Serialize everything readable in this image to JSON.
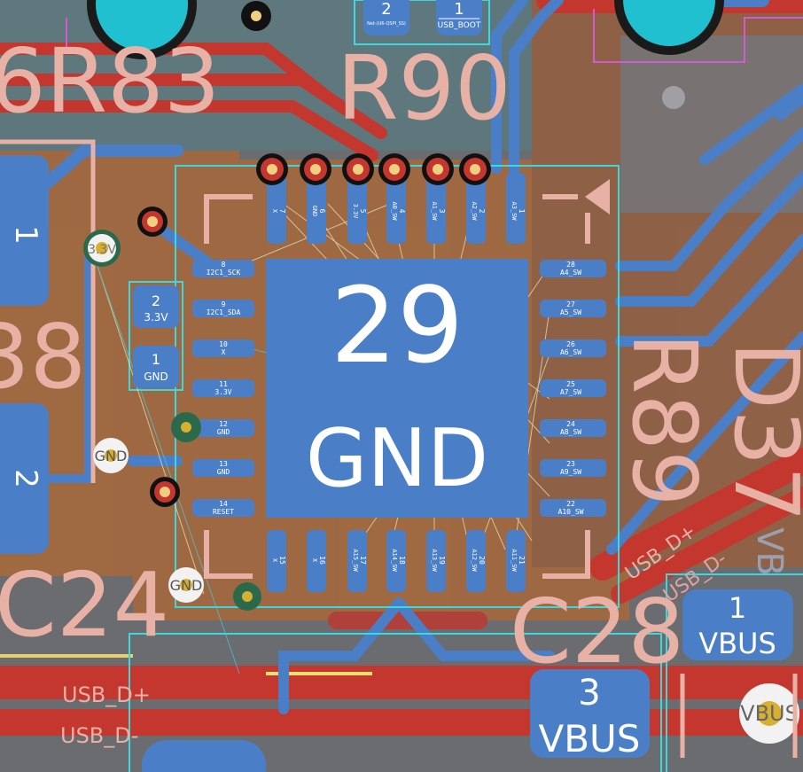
{
  "designators": {
    "r83": "6R83",
    "r90": "R90",
    "r88_partial": "38",
    "c24": "C24",
    "c28": "C28",
    "d37_partial": "D37",
    "r89": "R89",
    "vb_partial": "VB"
  },
  "ic": {
    "center_pad_number": "29",
    "center_pad_net": "GND",
    "top_pins": [
      {
        "num": "7",
        "net": "X"
      },
      {
        "num": "6",
        "net": "GND"
      },
      {
        "num": "5",
        "net": "3.3V"
      },
      {
        "num": "4",
        "net": "A0_SW"
      },
      {
        "num": "3",
        "net": "A1_SW"
      },
      {
        "num": "2",
        "net": "A2_SW"
      },
      {
        "num": "1",
        "net": "A3_SW"
      }
    ],
    "left_pins": [
      {
        "num": "8",
        "net": "I2C1_SCK"
      },
      {
        "num": "9",
        "net": "I2C1_SDA"
      },
      {
        "num": "10",
        "net": "X"
      },
      {
        "num": "11",
        "net": "3.3V"
      },
      {
        "num": "12",
        "net": "GND"
      },
      {
        "num": "13",
        "net": "GND"
      },
      {
        "num": "14",
        "net": "RESET"
      }
    ],
    "right_pins": [
      {
        "num": "28",
        "net": "A4_SW"
      },
      {
        "num": "27",
        "net": "A5_SW"
      },
      {
        "num": "26",
        "net": "A6_SW"
      },
      {
        "num": "25",
        "net": "A7_SW"
      },
      {
        "num": "24",
        "net": "A8_SW"
      },
      {
        "num": "23",
        "net": "A9_SW"
      },
      {
        "num": "22",
        "net": "A10_SW"
      }
    ],
    "bottom_pins": [
      {
        "num": "15",
        "net": "X"
      },
      {
        "num": "16",
        "net": "X"
      },
      {
        "num": "17",
        "net": "A15_SW"
      },
      {
        "num": "18",
        "net": "A14_SW"
      },
      {
        "num": "19",
        "net": "A13_SW"
      },
      {
        "num": "20",
        "net": "A12_SW"
      },
      {
        "num": "21",
        "net": "A11_SW"
      }
    ]
  },
  "top_connector": {
    "pad2_num": "2",
    "pad2_net": "Net-(U6-QSPI_SS)",
    "pad1_num": "1",
    "pad1_net": "USB_BOOT"
  },
  "left_cap": {
    "pad2_num": "2",
    "pad2_net": "3.3V",
    "pad1_num": "1",
    "pad1_net": "GND"
  },
  "left_edge_pads": {
    "top": "1",
    "bottom": "2"
  },
  "vias": {
    "via_33v": "3.3V",
    "via_gnd_1": "GND",
    "via_gnd_2": "GND",
    "via_vbus": "VBUS"
  },
  "usb_labels": {
    "dp": "USB_D+",
    "dm": "USB_D-",
    "dp_right": "USB_D+",
    "dm_right": "USB_D-"
  },
  "usb_pads": {
    "pad1_num": "1",
    "pad1_net": "VBUS",
    "pad3_num": "3",
    "pad3_net": "VBUS"
  },
  "colors": {
    "background": "#6b6b72",
    "copper_front": "#c4372f",
    "copper_back": "#4a7fc8",
    "copper_inner": "#b07040",
    "silkscreen": "#e8b1a6",
    "courtyard": "#3ad9e0",
    "fab": "#c050c0"
  }
}
